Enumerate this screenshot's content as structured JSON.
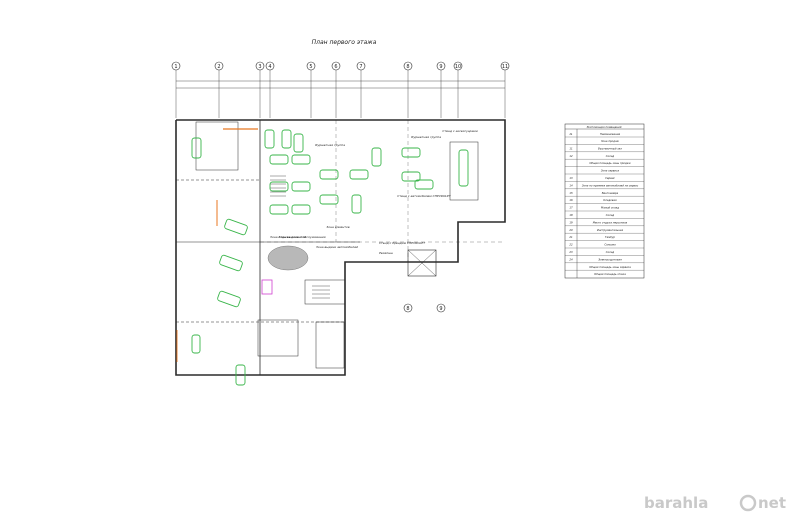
{
  "drawing": {
    "title": "План первого этажа"
  },
  "axes": {
    "top": [
      "1",
      "2",
      "3",
      "4",
      "5",
      "6",
      "7",
      "8",
      "9",
      "10",
      "11"
    ],
    "bottom": [
      "8",
      "9"
    ]
  },
  "room_labels": {
    "showroom_a": "Фуршетная группа",
    "showroom_b": "Фуршетная группа",
    "parking_title": "Стенд с аксессуарами",
    "chevrolet_zone": "Стенд с автомобилем CHEVROLET",
    "client_zone": "Зона клиентов",
    "reception": "Ресепшн",
    "issue_zone": "Зона выдачи и обслуживания",
    "service_zone": "Зона выдачи автомобилей",
    "chevrolet_sign": "Стенд с брендом CHEVROLET",
    "lounge": "Зона отдыха клиентов"
  },
  "legend": {
    "header": "Экспликация помещений",
    "col_num": "№",
    "col_name": "Наименование",
    "rows": [
      {
        "num": "",
        "name": "Зона продаж"
      },
      {
        "num": "11",
        "name": "Выставочный зал"
      },
      {
        "num": "12",
        "name": "Склад"
      },
      {
        "num": "",
        "name": "Общая площадь зоны продаж"
      },
      {
        "num": "",
        "name": "Зона сервиса"
      },
      {
        "num": "13",
        "name": "Сервис"
      },
      {
        "num": "14",
        "name": "Зона по приемке автомобилей на сервис"
      },
      {
        "num": "15",
        "name": "Венткамера"
      },
      {
        "num": "16",
        "name": "Кладовая"
      },
      {
        "num": "17",
        "name": "Малый склад"
      },
      {
        "num": "18",
        "name": "Склад"
      },
      {
        "num": "19",
        "name": "Место отдыха персонала"
      },
      {
        "num": "20",
        "name": "Инструментальная"
      },
      {
        "num": "21",
        "name": "Тамбур"
      },
      {
        "num": "22",
        "name": "Санузел"
      },
      {
        "num": "23",
        "name": "Склад"
      },
      {
        "num": "24",
        "name": "Электрощитовая"
      },
      {
        "num": "",
        "name": "Общая площадь зоны сервиса"
      },
      {
        "num": "",
        "name": "Общая площадь этажа"
      }
    ]
  },
  "watermark": {
    "text": "barahla",
    "suffix": "net"
  },
  "colors": {
    "line": "#2b2b2b",
    "car": "#39b54a",
    "accent_orange": "#e87722",
    "accent_magenta": "#d13fd1"
  }
}
